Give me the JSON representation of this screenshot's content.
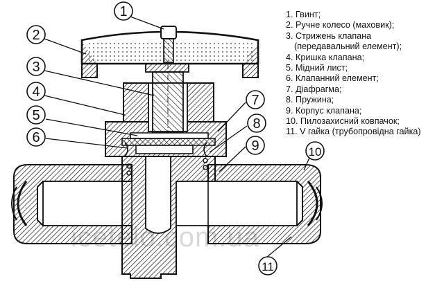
{
  "legend": [
    {
      "num": "1.",
      "text": "Гвинт;"
    },
    {
      "num": "2.",
      "text": "Ручне колесо (маховик);"
    },
    {
      "num": "3.",
      "text": "Стрижень клапана"
    },
    {
      "num": "",
      "text": "(передавальний елемент);"
    },
    {
      "num": "4.",
      "text": "Кришка клапана;"
    },
    {
      "num": "5.",
      "text": "Мідний лист;"
    },
    {
      "num": "6.",
      "text": "Клапанний елемент;"
    },
    {
      "num": "7.",
      "text": "Діафрагма;"
    },
    {
      "num": "8.",
      "text": "Пружина;"
    },
    {
      "num": "9.",
      "text": "Корпус клапана;"
    },
    {
      "num": "10.",
      "text": "Пилозахисний ковпачок;"
    },
    {
      "num": "11.",
      "text": "V гайка (трубопровідна гайка)"
    }
  ],
  "callouts": [
    "1",
    "2",
    "3",
    "4",
    "5",
    "6",
    "7",
    "8",
    "9",
    "10",
    "11"
  ],
  "watermark": "icetelo.com.ua",
  "colors": {
    "line": "#111111",
    "hatch": "#111111",
    "background": "#ffffff"
  }
}
